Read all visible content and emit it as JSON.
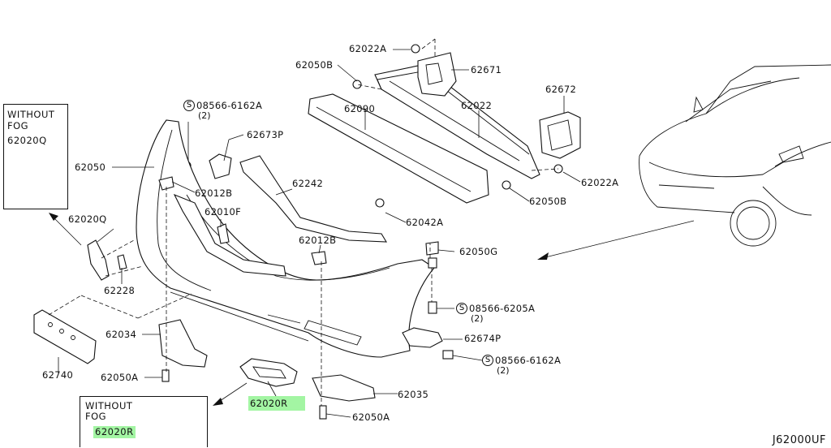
{
  "diagram_code": "J62000UF",
  "insets": {
    "fog_left": {
      "title_line1": "WITHOUT",
      "title_line2": "FOG",
      "part": "62020Q"
    },
    "fog_right": {
      "title_line1": "WITHOUT",
      "title_line2": "FOG",
      "part": "62020R"
    }
  },
  "parts": {
    "p62022A_top": "62022A",
    "p62050B_top": "62050B",
    "p62671": "62671",
    "p62090": "62090",
    "p62022": "62022",
    "p62672": "62672",
    "p08566_6162A_top": "08566-6162A",
    "qty_6162A_top": "(2)",
    "p62673P": "62673P",
    "p62050": "62050",
    "p62012B_left": "62012B",
    "p62242": "62242",
    "p62022A_right": "62022A",
    "p62050B_right": "62050B",
    "p62020Q": "62020Q",
    "p62010F": "62010F",
    "p62042A": "62042A",
    "p62012B_mid": "62012B",
    "p62050G": "62050G",
    "p62228": "62228",
    "p08566_6205A": "08566-6205A",
    "qty_6205A": "(2)",
    "p62034": "62034",
    "p62674P": "62674P",
    "p08566_6162A_bot": "08566-6162A",
    "qty_6162A_bot": "(2)",
    "p62740": "62740",
    "p62050A_left": "62050A",
    "p62020R": "62020R",
    "p62035": "62035",
    "p62050A_bot": "62050A"
  },
  "highlighted_parts": [
    "62020R"
  ],
  "colors": {
    "highlight": "#a3f5a3",
    "line": "#111111"
  },
  "symbols": {
    "screw_symbol": "S"
  }
}
